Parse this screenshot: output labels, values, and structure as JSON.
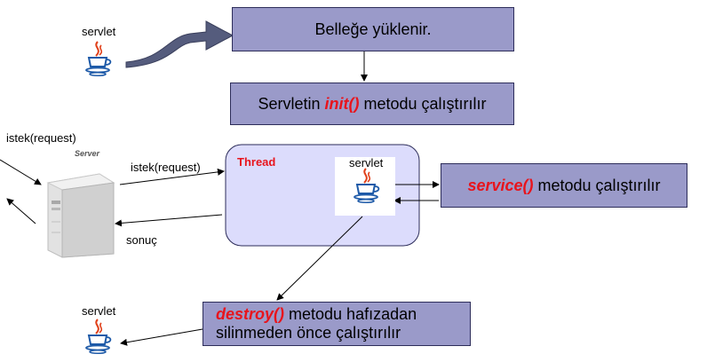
{
  "boxes": {
    "memory": "Belleğe yüklenir.",
    "init": {
      "pre": "Servletin ",
      "em": "init()",
      "post": " metodu çalıştırılır"
    },
    "service": {
      "em": "service()",
      "post": " metodu çalıştırılır"
    },
    "destroy": {
      "em": "destroy()",
      "line1": " metodu hafızadan",
      "line2": "silinmeden önce çalıştırılır"
    }
  },
  "labels": {
    "servlet_top": "servlet",
    "servlet_thread": "servlet",
    "servlet_bottom": "servlet",
    "request_left": "istek(request)",
    "request_right": "istek(request)",
    "server": "Server",
    "response": "sonuç",
    "thread": "Thread"
  },
  "colors": {
    "box_fill": "#9a9ac9",
    "thread_fill": "#dcdcfc",
    "accent_red": "#e8141c",
    "curved_arrow": "#555c7d"
  }
}
